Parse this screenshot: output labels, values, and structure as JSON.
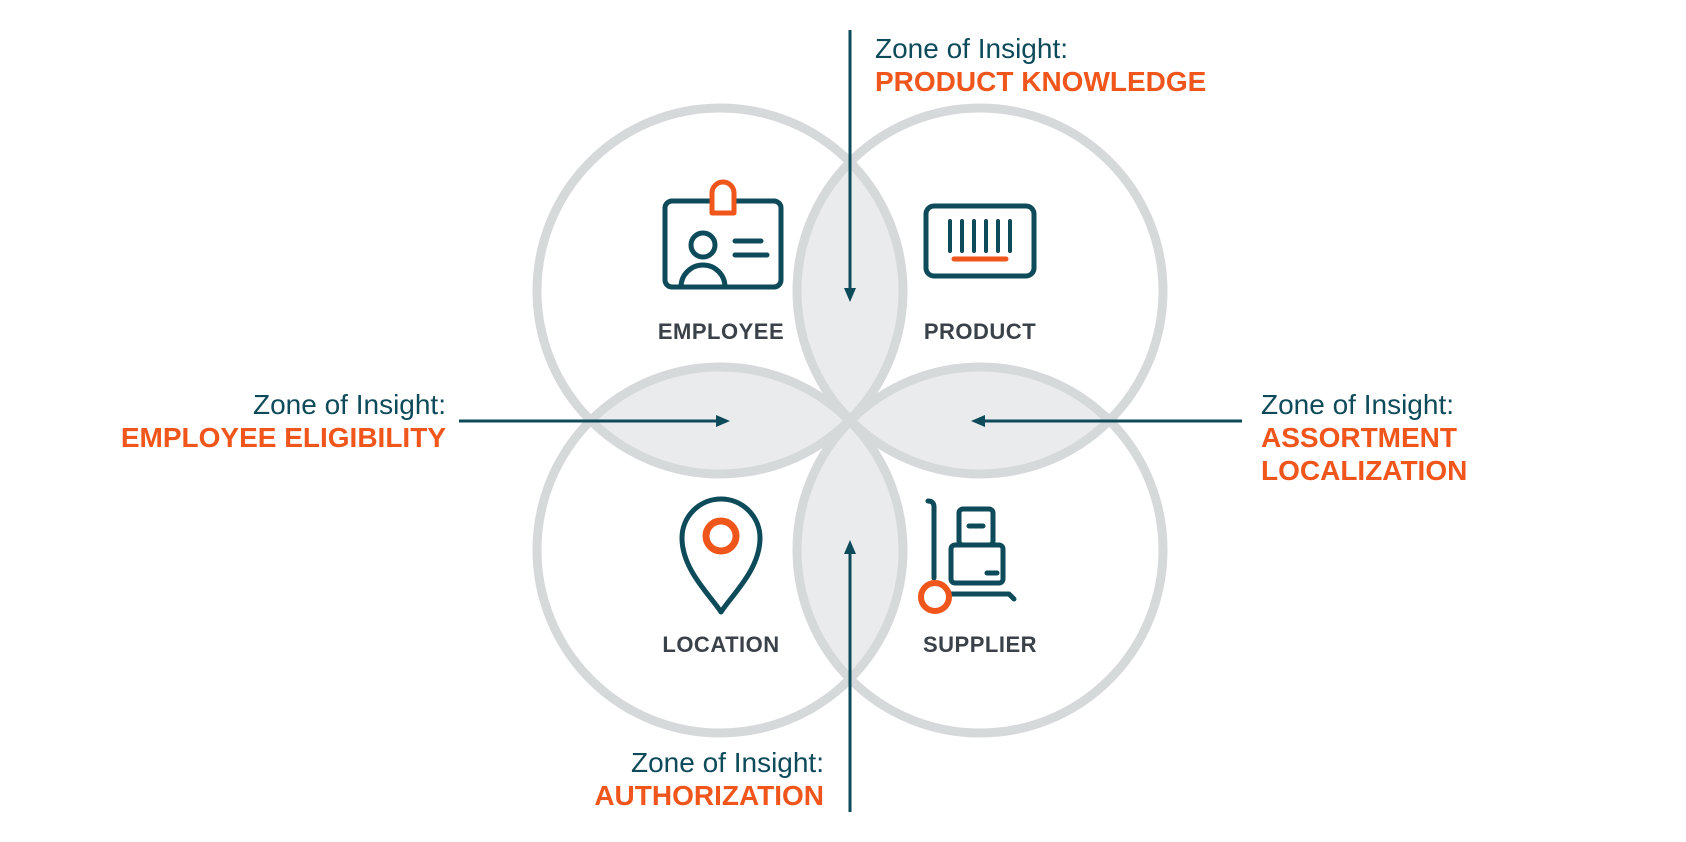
{
  "colors": {
    "teal": "#0d4a5a",
    "orange": "#f0561b",
    "circle_stroke": "#d6d9da",
    "overlap_fill": "#e9ebec",
    "label_gray": "#3a4148"
  },
  "entities": {
    "employee": {
      "label": "EMPLOYEE",
      "icon": "id-badge-icon"
    },
    "product": {
      "label": "PRODUCT",
      "icon": "barcode-icon"
    },
    "location": {
      "label": "LOCATION",
      "icon": "map-pin-icon"
    },
    "supplier": {
      "label": "SUPPLIER",
      "icon": "hand-truck-icon"
    }
  },
  "zones": {
    "top": {
      "prefix": "Zone of Insight:",
      "name": "PRODUCT KNOWLEDGE"
    },
    "left": {
      "prefix": "Zone of Insight:",
      "name": "EMPLOYEE ELIGIBILITY"
    },
    "right": {
      "prefix": "Zone of Insight:",
      "name_line1": "ASSORTMENT",
      "name_line2": "LOCALIZATION"
    },
    "bottom": {
      "prefix": "Zone of Insight:",
      "name": "AUTHORIZATION"
    }
  }
}
